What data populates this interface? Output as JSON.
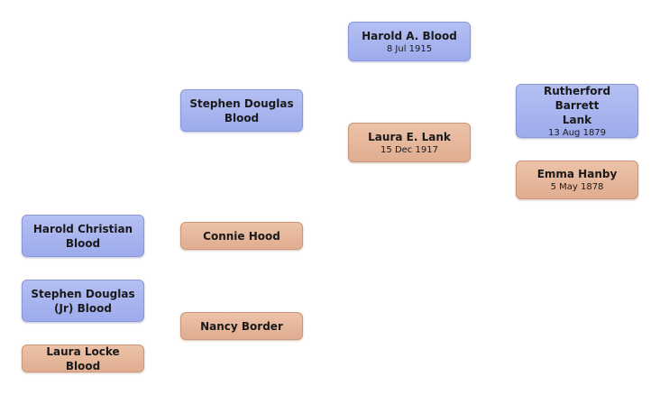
{
  "people": {
    "harold_a": {
      "name": "Harold A.  Blood",
      "date": "8 Jul 1915",
      "color": "#a8b4ef"
    },
    "stephen_douglas": {
      "name": "Stephen Douglas\nBlood",
      "color": "#a8b4ef"
    },
    "laura_e": {
      "name": "Laura E.  Lank",
      "date": "15 Dec 1917",
      "color": "#e6b89c"
    },
    "rutherford": {
      "name": "Rutherford  Barrett\nLank",
      "date": "13 Aug 1879",
      "color": "#a8b4ef"
    },
    "emma": {
      "name": "Emma  Hanby",
      "date": "5 May 1878",
      "color": "#e6b89c"
    },
    "harold_christian": {
      "name": "Harold Christian\nBlood",
      "color": "#a8b4ef"
    },
    "connie": {
      "name": "Connie  Hood",
      "color": "#e6b89c"
    },
    "stephen_jr": {
      "name": "Stephen Douglas\n(Jr)  Blood",
      "color": "#a8b4ef"
    },
    "nancy": {
      "name": "Nancy  Border",
      "color": "#e6b89c"
    },
    "laura_locke": {
      "name": "Laura Locke  Blood",
      "color": "#e6b89c"
    }
  }
}
